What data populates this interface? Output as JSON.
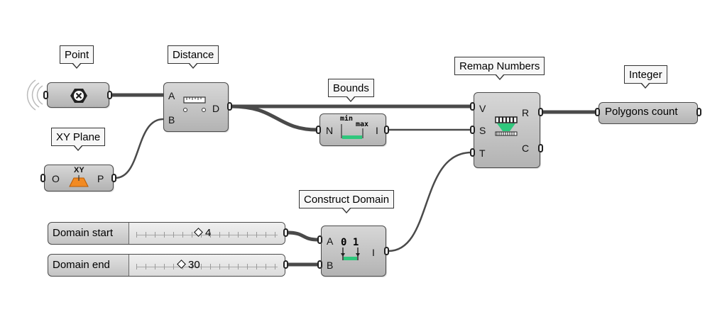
{
  "components": {
    "point": {
      "title": "Point"
    },
    "distance": {
      "title": "Distance",
      "inputs": [
        "A",
        "B"
      ],
      "output": "D"
    },
    "xy_plane": {
      "title": "XY Plane",
      "input": "O",
      "output": "P",
      "icon_text": "XY"
    },
    "bounds": {
      "title": "Bounds",
      "input": "N",
      "output": "I",
      "icon_min": "min",
      "icon_max": "max"
    },
    "remap": {
      "title": "Remap Numbers",
      "inputs": [
        "V",
        "S",
        "T"
      ],
      "outputs": [
        "R",
        "C"
      ]
    },
    "integer": {
      "title": "Integer",
      "value": "Polygons count"
    },
    "construct_domain": {
      "title": "Construct Domain",
      "inputs": [
        "A",
        "B"
      ],
      "output": "I",
      "icon_text": "0 1"
    }
  },
  "sliders": {
    "domain_start": {
      "label": "Domain start",
      "value": "4",
      "position": 0.47
    },
    "domain_end": {
      "label": "Domain end",
      "value": "30",
      "position": 0.36
    }
  },
  "colors": {
    "wire": "#4a4a4a",
    "accent_green": "#2fc77c",
    "xy_orange": "#f28a22",
    "component_fill": "#c6c6c6"
  }
}
